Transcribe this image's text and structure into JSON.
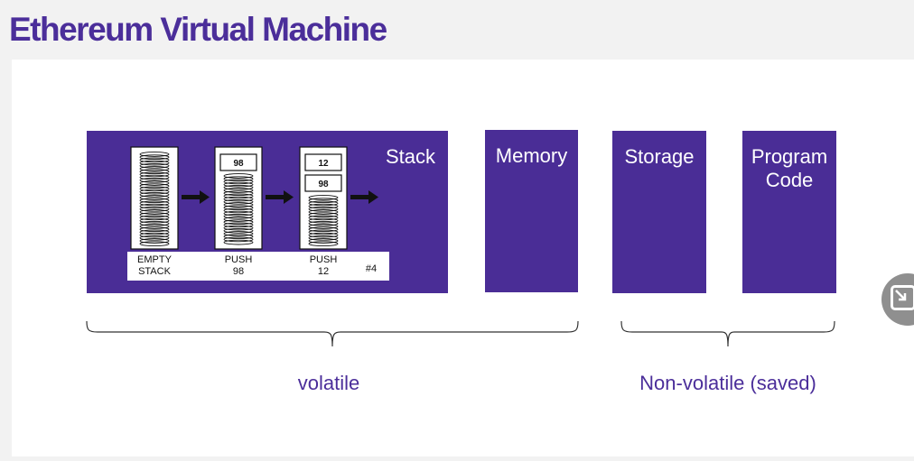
{
  "title": "Ethereum Virtual Machine",
  "boxes": {
    "stack": "Stack",
    "memory": "Memory",
    "storage": "Storage",
    "program_code": "Program\nCode"
  },
  "stack_illustration": {
    "steps": [
      {
        "line1": "EMPTY",
        "line2": "STACK"
      },
      {
        "line1": "PUSH",
        "line2": "98"
      },
      {
        "line1": "PUSH",
        "line2": "12"
      }
    ],
    "items_step2": [
      "98"
    ],
    "items_step3": [
      "12",
      "98"
    ],
    "marker": "#4"
  },
  "captions": {
    "volatile": "volatile",
    "non_volatile": "Non-volatile (saved)"
  },
  "colors": {
    "title": "#4b2e9a",
    "box_fill": "#4a2d96",
    "caption": "#4b2e9a"
  },
  "icons": {
    "minimize": "minimize-window-icon"
  }
}
